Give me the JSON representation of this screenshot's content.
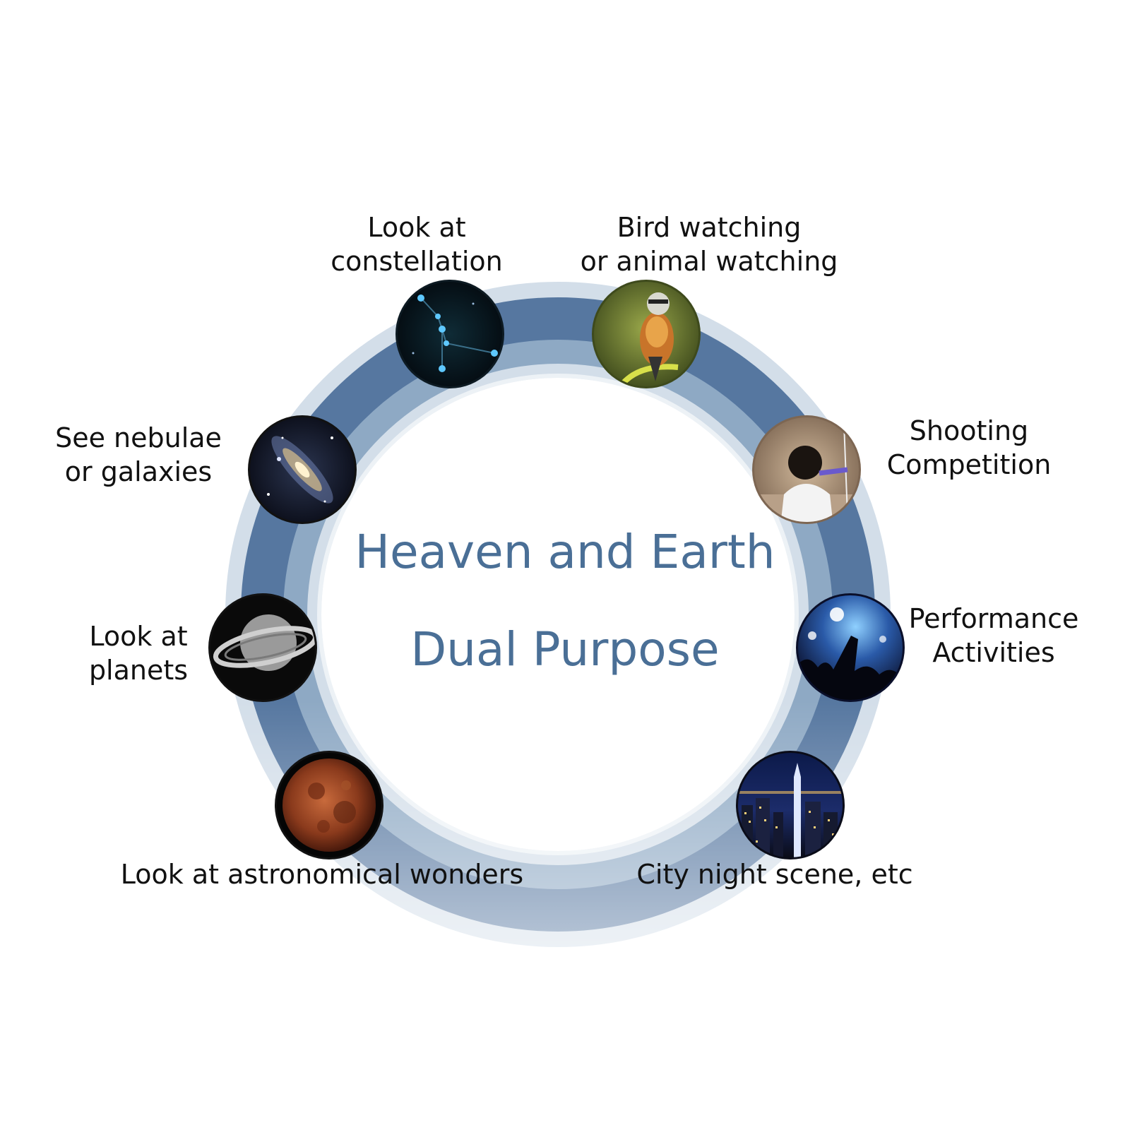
{
  "center": {
    "line1": "Heaven and Earth",
    "line2": "Dual Purpose"
  },
  "colors": {
    "title": "#4a6f96",
    "arc_outer": "#c9d6e3",
    "arc_band": "#4f719a",
    "arc_inner": "#8aa6c2",
    "label": "#111111"
  },
  "items": [
    {
      "id": "astronomical-wonders",
      "icon": "blood-moon-icon",
      "lines": [
        "Look at astronomical wonders"
      ]
    },
    {
      "id": "planets",
      "icon": "saturn-icon",
      "lines": [
        "Look at",
        "planets"
      ]
    },
    {
      "id": "nebulae",
      "icon": "galaxy-icon",
      "lines": [
        "See nebulae",
        "or galaxies"
      ]
    },
    {
      "id": "constellation",
      "icon": "constellation-icon",
      "lines": [
        "Look at",
        "constellation"
      ]
    },
    {
      "id": "bird-watching",
      "icon": "bird-icon",
      "lines": [
        "Bird watching",
        "or animal watching"
      ]
    },
    {
      "id": "shooting",
      "icon": "archer-icon",
      "lines": [
        "Shooting",
        "Competition"
      ]
    },
    {
      "id": "performance",
      "icon": "concert-icon",
      "lines": [
        "Performance",
        "Activities"
      ]
    },
    {
      "id": "city-night",
      "icon": "city-night-icon",
      "lines": [
        "City night scene, etc"
      ]
    }
  ]
}
